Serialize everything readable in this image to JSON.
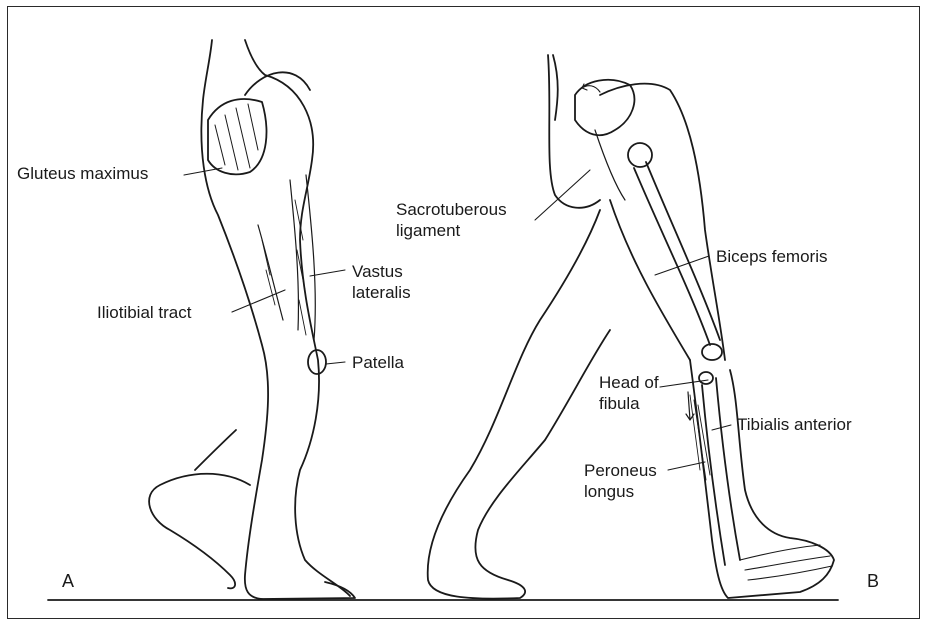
{
  "figure": {
    "panel_a": {
      "letter": "A",
      "labels": {
        "gluteus_maximus": "Gluteus maximus",
        "iliotibial_tract": "Iliotibial tract",
        "vastus_lateralis": [
          "Vastus",
          "lateralis"
        ],
        "patella": "Patella"
      }
    },
    "panel_b": {
      "letter": "B",
      "labels": {
        "sacrotuberous_ligament": [
          "Sacrotuberous",
          "ligament"
        ],
        "biceps_femoris": "Biceps femoris",
        "head_of_fibula": [
          "Head of",
          "fibula"
        ],
        "tibialis_anterior": "Tibialis anterior",
        "peroneus_longus": [
          "Peroneus",
          "longus"
        ]
      }
    }
  }
}
